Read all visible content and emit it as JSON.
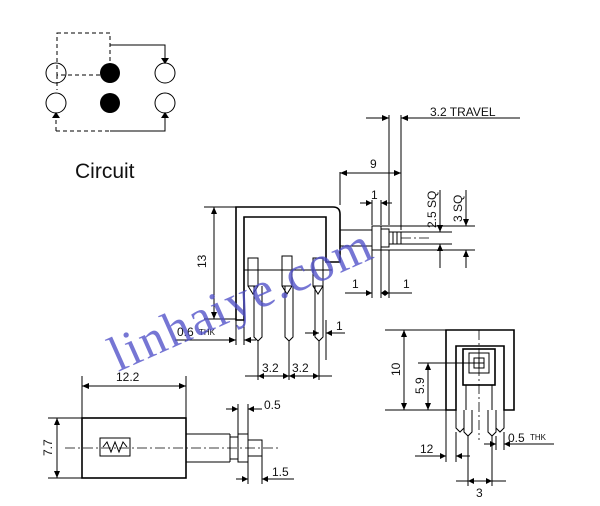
{
  "circuit": {
    "caption": "Circuit"
  },
  "watermark": "linhaiye.com",
  "side_view": {
    "travel": "3.2 TRAVEL",
    "length": "9",
    "pin_gap_top": "1",
    "sq_25": "2.5 SQ",
    "sq_3": "3 SQ",
    "height": "13",
    "gap_left": "1",
    "gap_right": "1",
    "thk": "0.6",
    "thk_unit": "THK",
    "offset": "1",
    "pitch_a": "3.2",
    "pitch_b": "3.2"
  },
  "top_view": {
    "width": "12.2",
    "height": "7.7",
    "shaft": "0.5",
    "tip": "1.5"
  },
  "end_view": {
    "height": "10",
    "center": "5.9",
    "width": "12",
    "thk": "0.5",
    "thk_unit": "THK",
    "pin_gap": "3"
  }
}
